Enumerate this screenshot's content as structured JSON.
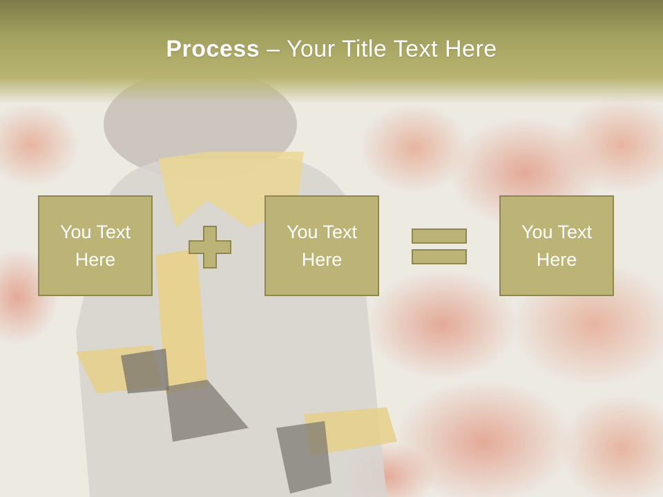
{
  "slide": {
    "title_bold": "Process",
    "title_rest": " – Your Title Text Here",
    "boxes": [
      {
        "text": "You Text Here"
      },
      {
        "text": "You Text Here"
      },
      {
        "text": "You Text Here"
      }
    ],
    "operators": [
      "plus",
      "equals"
    ]
  },
  "colors": {
    "title_band": "#a3a15f",
    "box_fill": "#bcb376",
    "box_border": "#8e8850",
    "text": "#ffffff",
    "leaf_accent": "#d9775a"
  },
  "icons": [
    "plus-icon",
    "equals-icon"
  ]
}
